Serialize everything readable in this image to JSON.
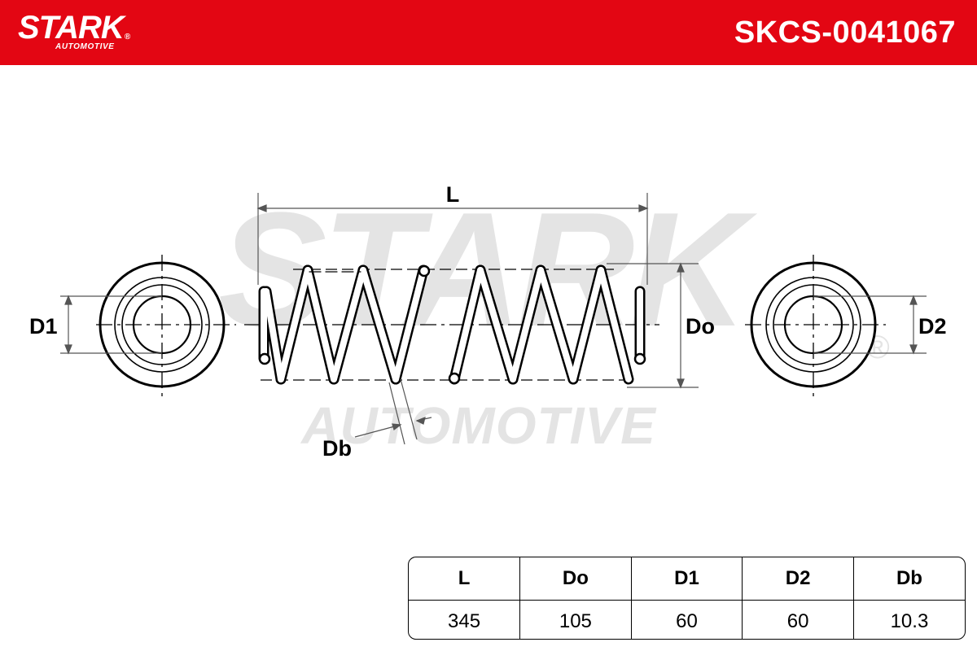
{
  "header": {
    "brand": "STARK",
    "brand_reg": "®",
    "brand_sub": "AUTOMOTIVE",
    "part_number": "SKCS-0041067",
    "bar_color": "#e30613"
  },
  "watermark": {
    "top": "STARK",
    "reg": "®",
    "bottom": "AUTOMOTIVE"
  },
  "drawing": {
    "labels": {
      "length": "L",
      "outer_diameter": "Do",
      "end_diameter_1": "D1",
      "end_diameter_2": "D2",
      "wire_diameter": "Db"
    }
  },
  "specs": {
    "headers": [
      "L",
      "Do",
      "D1",
      "D2",
      "Db"
    ],
    "values": [
      "345",
      "105",
      "60",
      "60",
      "10.3"
    ]
  }
}
